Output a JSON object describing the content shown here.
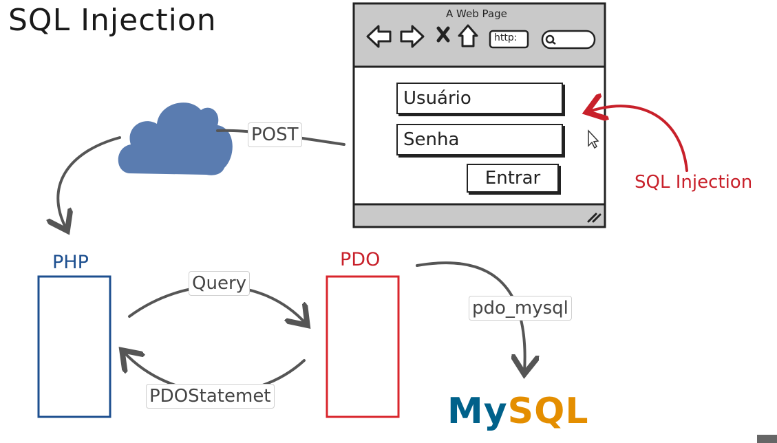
{
  "title": "SQL Injection",
  "browser": {
    "page_title": "A Web Page",
    "address_text": "http:",
    "username_field": "Usuário",
    "password_field": "Senha",
    "submit_button": "Entrar"
  },
  "labels": {
    "post": "POST",
    "sql_injection": "SQL Injection",
    "php": "PHP",
    "pdo": "PDO",
    "query": "Query",
    "pdostatement": "PDOStatemet",
    "pdo_mysql": "pdo_mysql"
  },
  "logo": {
    "part1": "My",
    "part2": "SQL"
  },
  "colors": {
    "cloud": "#5a7cb0",
    "php_blue": "#1d4f8f",
    "pdo_red": "#d9252c",
    "injection_red": "#c8202a",
    "browser_gray": "#c9c9c9"
  },
  "icons": [
    "back-arrow-icon",
    "forward-arrow-icon",
    "close-icon",
    "home-icon",
    "search-icon",
    "cloud-icon",
    "cursor-icon",
    "resize-grip-icon"
  ]
}
